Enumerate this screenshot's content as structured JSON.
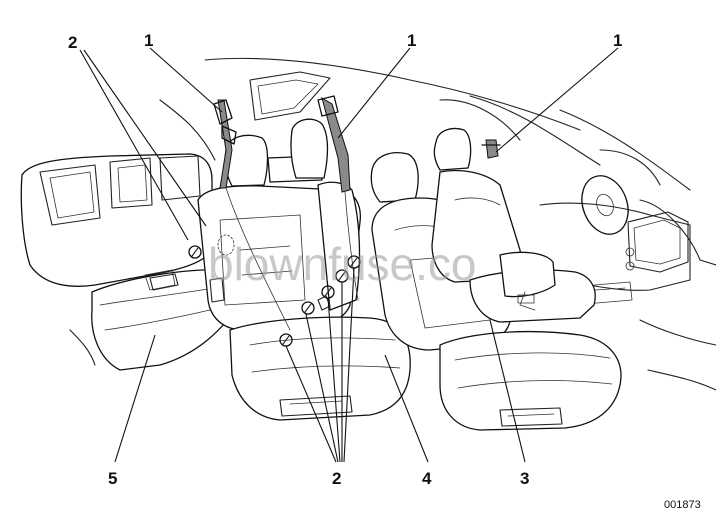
{
  "callouts": {
    "label_1a": "1",
    "label_1b": "1",
    "label_1c": "1",
    "label_2_top": "2",
    "label_2_bottom": "2",
    "label_3": "3",
    "label_4": "4",
    "label_5": "5"
  },
  "figure_id": "001873",
  "watermark": "blownfuse.co"
}
